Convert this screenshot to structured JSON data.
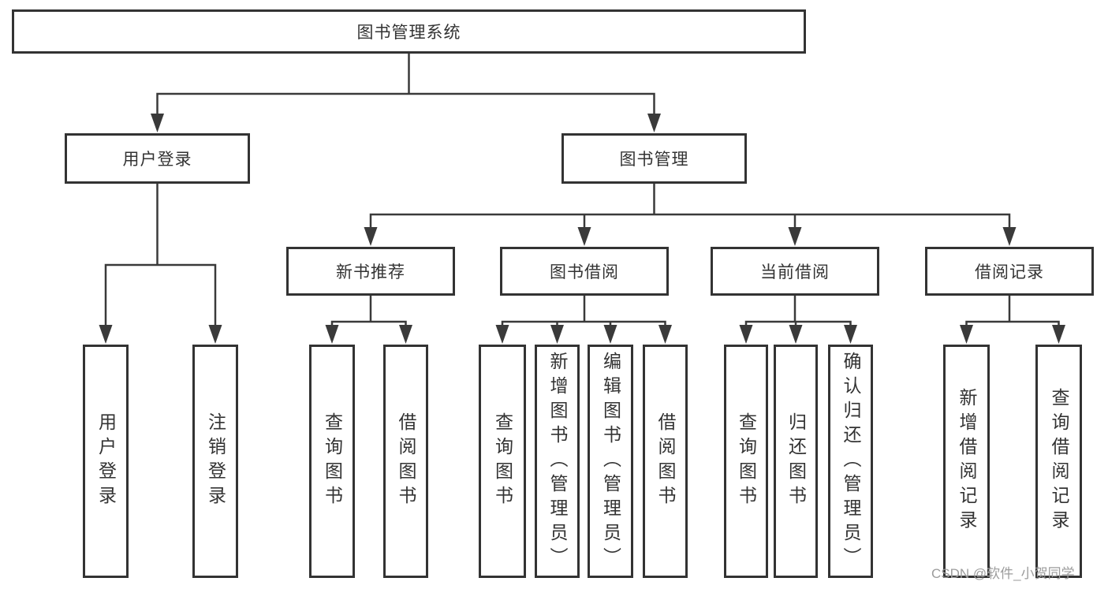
{
  "diagram": {
    "colors": {
      "line": "#3a3a3a",
      "border": "#333333",
      "text": "#333333",
      "box_fill": "#ffffff",
      "watermark": "#9c9c9c"
    },
    "nodes": [
      {
        "id": "root",
        "label": "图书管理系统",
        "orient": "h",
        "children": [
          "login",
          "mgmt"
        ]
      },
      {
        "id": "login",
        "label": "用户登录",
        "orient": "h",
        "children": [
          "a1",
          "a2"
        ]
      },
      {
        "id": "mgmt",
        "label": "图书管理",
        "orient": "h",
        "children": [
          "newbook",
          "borrow",
          "current",
          "records"
        ]
      },
      {
        "id": "newbook",
        "label": "新书推荐",
        "orient": "h",
        "children": [
          "b1",
          "b2"
        ]
      },
      {
        "id": "borrow",
        "label": "图书借阅",
        "orient": "h",
        "children": [
          "c1",
          "c2",
          "c3",
          "c4"
        ]
      },
      {
        "id": "current",
        "label": "当前借阅",
        "orient": "h",
        "children": [
          "d1",
          "d2",
          "d3"
        ]
      },
      {
        "id": "records",
        "label": "借阅记录",
        "orient": "h",
        "children": [
          "e1",
          "e2"
        ]
      },
      {
        "id": "a1",
        "label": "用户登录",
        "orient": "v"
      },
      {
        "id": "a2",
        "label": "注销登录",
        "orient": "v"
      },
      {
        "id": "b1",
        "label": "查询图书",
        "orient": "v"
      },
      {
        "id": "b2",
        "label": "借阅图书",
        "orient": "v"
      },
      {
        "id": "c1",
        "label": "查询图书",
        "orient": "v"
      },
      {
        "id": "c2",
        "label": "新增图书（管理员）",
        "orient": "v"
      },
      {
        "id": "c3",
        "label": "编辑图书（管理员）",
        "orient": "v"
      },
      {
        "id": "c4",
        "label": "借阅图书",
        "orient": "v"
      },
      {
        "id": "d1",
        "label": "查询图书",
        "orient": "v"
      },
      {
        "id": "d2",
        "label": "归还图书",
        "orient": "v"
      },
      {
        "id": "d3",
        "label": "确认归还（管理员）",
        "orient": "v"
      },
      {
        "id": "e1",
        "label": "新增借阅记录",
        "orient": "v"
      },
      {
        "id": "e2",
        "label": "查询借阅记录",
        "orient": "v"
      }
    ],
    "watermark": {
      "text": "CSDN @软件_小贺同学"
    }
  }
}
